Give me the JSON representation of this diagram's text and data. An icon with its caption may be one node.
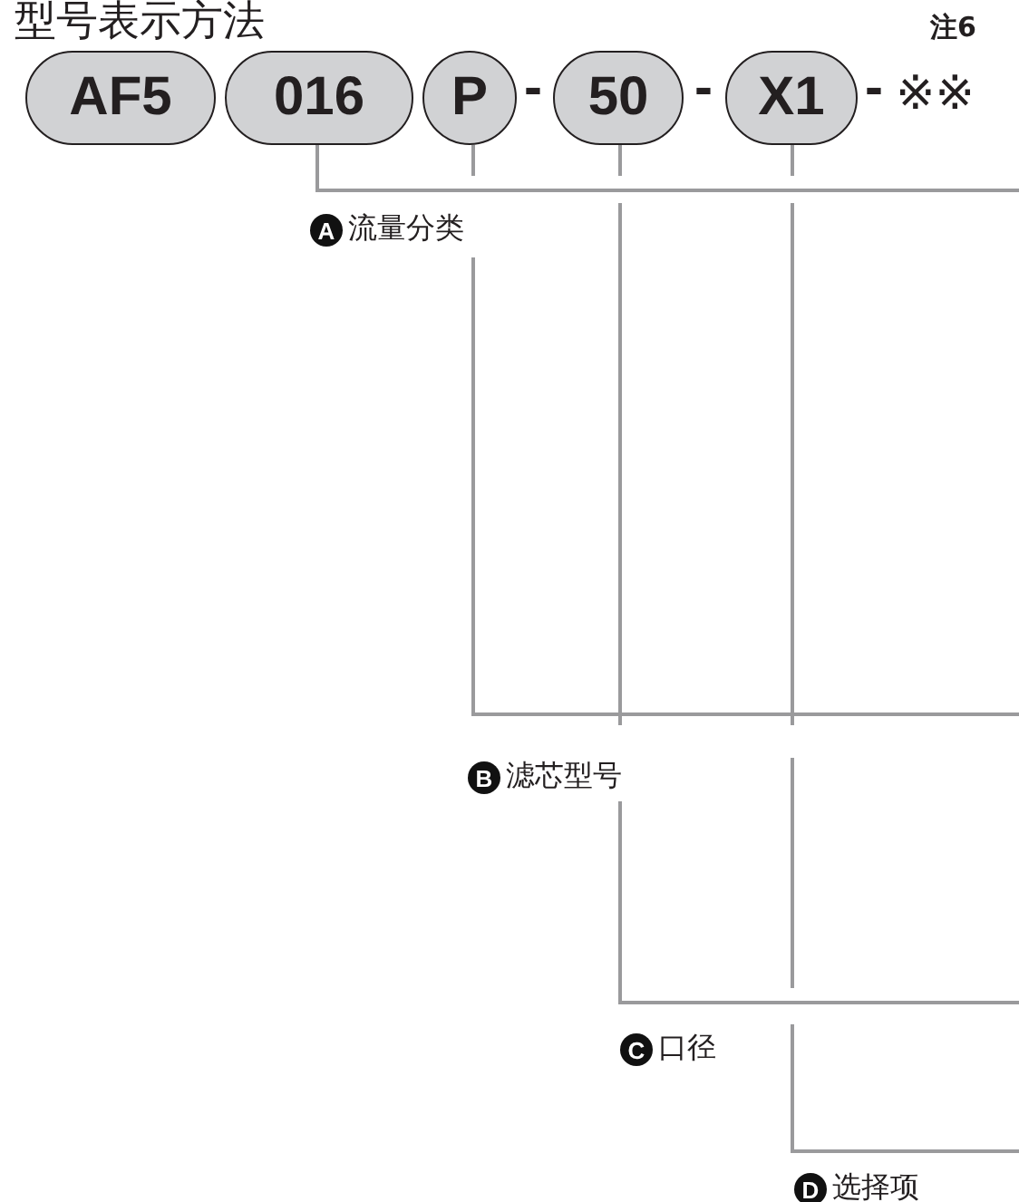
{
  "diagram": {
    "title": "型号表示方法",
    "nodes": [
      {
        "text": [
          "AF5"
        ]
      },
      {
        "text": [
          "016"
        ]
      },
      {
        "text": [
          "P"
        ]
      },
      {
        "text": [
          "50"
        ]
      },
      {
        "text": [
          "X1"
        ]
      }
    ],
    "edges": [
      {
        "from": 1,
        "to": null,
        "arrow": "none"
      },
      {
        "from": 2,
        "to": null,
        "arrow": "none"
      },
      {
        "from": 3,
        "to": null,
        "arrow": "none"
      },
      {
        "from": 4,
        "to": null,
        "arrow": "none"
      }
    ],
    "labels": [
      "注6",
      "-",
      "-",
      "-",
      "※※",
      "A",
      "流量分类",
      "B",
      "滤芯型号",
      "C",
      "口径",
      "D",
      "选择项"
    ]
  }
}
